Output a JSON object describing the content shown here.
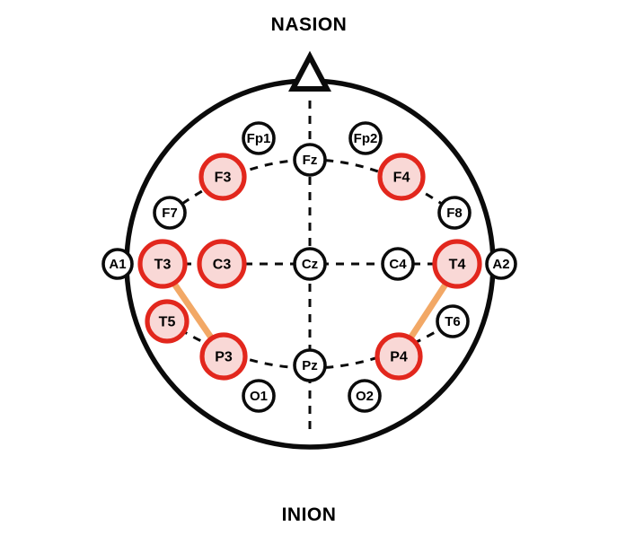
{
  "caption_top": "NASION",
  "caption_bottom": "INION",
  "colors": {
    "head_outline": "#0b0b0b",
    "normal_stroke": "#0b0b0b",
    "normal_fill": "#ffffff",
    "highlight_stroke": "#e2271d",
    "highlight_fill": "#f9d8d6",
    "connection": "#f2a45e",
    "background": "#ffffff"
  },
  "electrodes": [
    {
      "label": "Fp1",
      "highlighted": false
    },
    {
      "label": "Fp2",
      "highlighted": false
    },
    {
      "label": "Fz",
      "highlighted": false
    },
    {
      "label": "F3",
      "highlighted": true
    },
    {
      "label": "F4",
      "highlighted": true
    },
    {
      "label": "F7",
      "highlighted": false
    },
    {
      "label": "F8",
      "highlighted": false
    },
    {
      "label": "A1",
      "highlighted": false
    },
    {
      "label": "T3",
      "highlighted": true
    },
    {
      "label": "C3",
      "highlighted": true
    },
    {
      "label": "Cz",
      "highlighted": false
    },
    {
      "label": "C4",
      "highlighted": false
    },
    {
      "label": "T4",
      "highlighted": true
    },
    {
      "label": "A2",
      "highlighted": false
    },
    {
      "label": "T5",
      "highlighted": true
    },
    {
      "label": "T6",
      "highlighted": false
    },
    {
      "label": "P3",
      "highlighted": true
    },
    {
      "label": "Pz",
      "highlighted": false
    },
    {
      "label": "P4",
      "highlighted": true
    },
    {
      "label": "O1",
      "highlighted": false
    },
    {
      "label": "O2",
      "highlighted": false
    }
  ],
  "connections": [
    {
      "from": "T3",
      "to": "P3"
    },
    {
      "from": "T4",
      "to": "P4"
    }
  ]
}
